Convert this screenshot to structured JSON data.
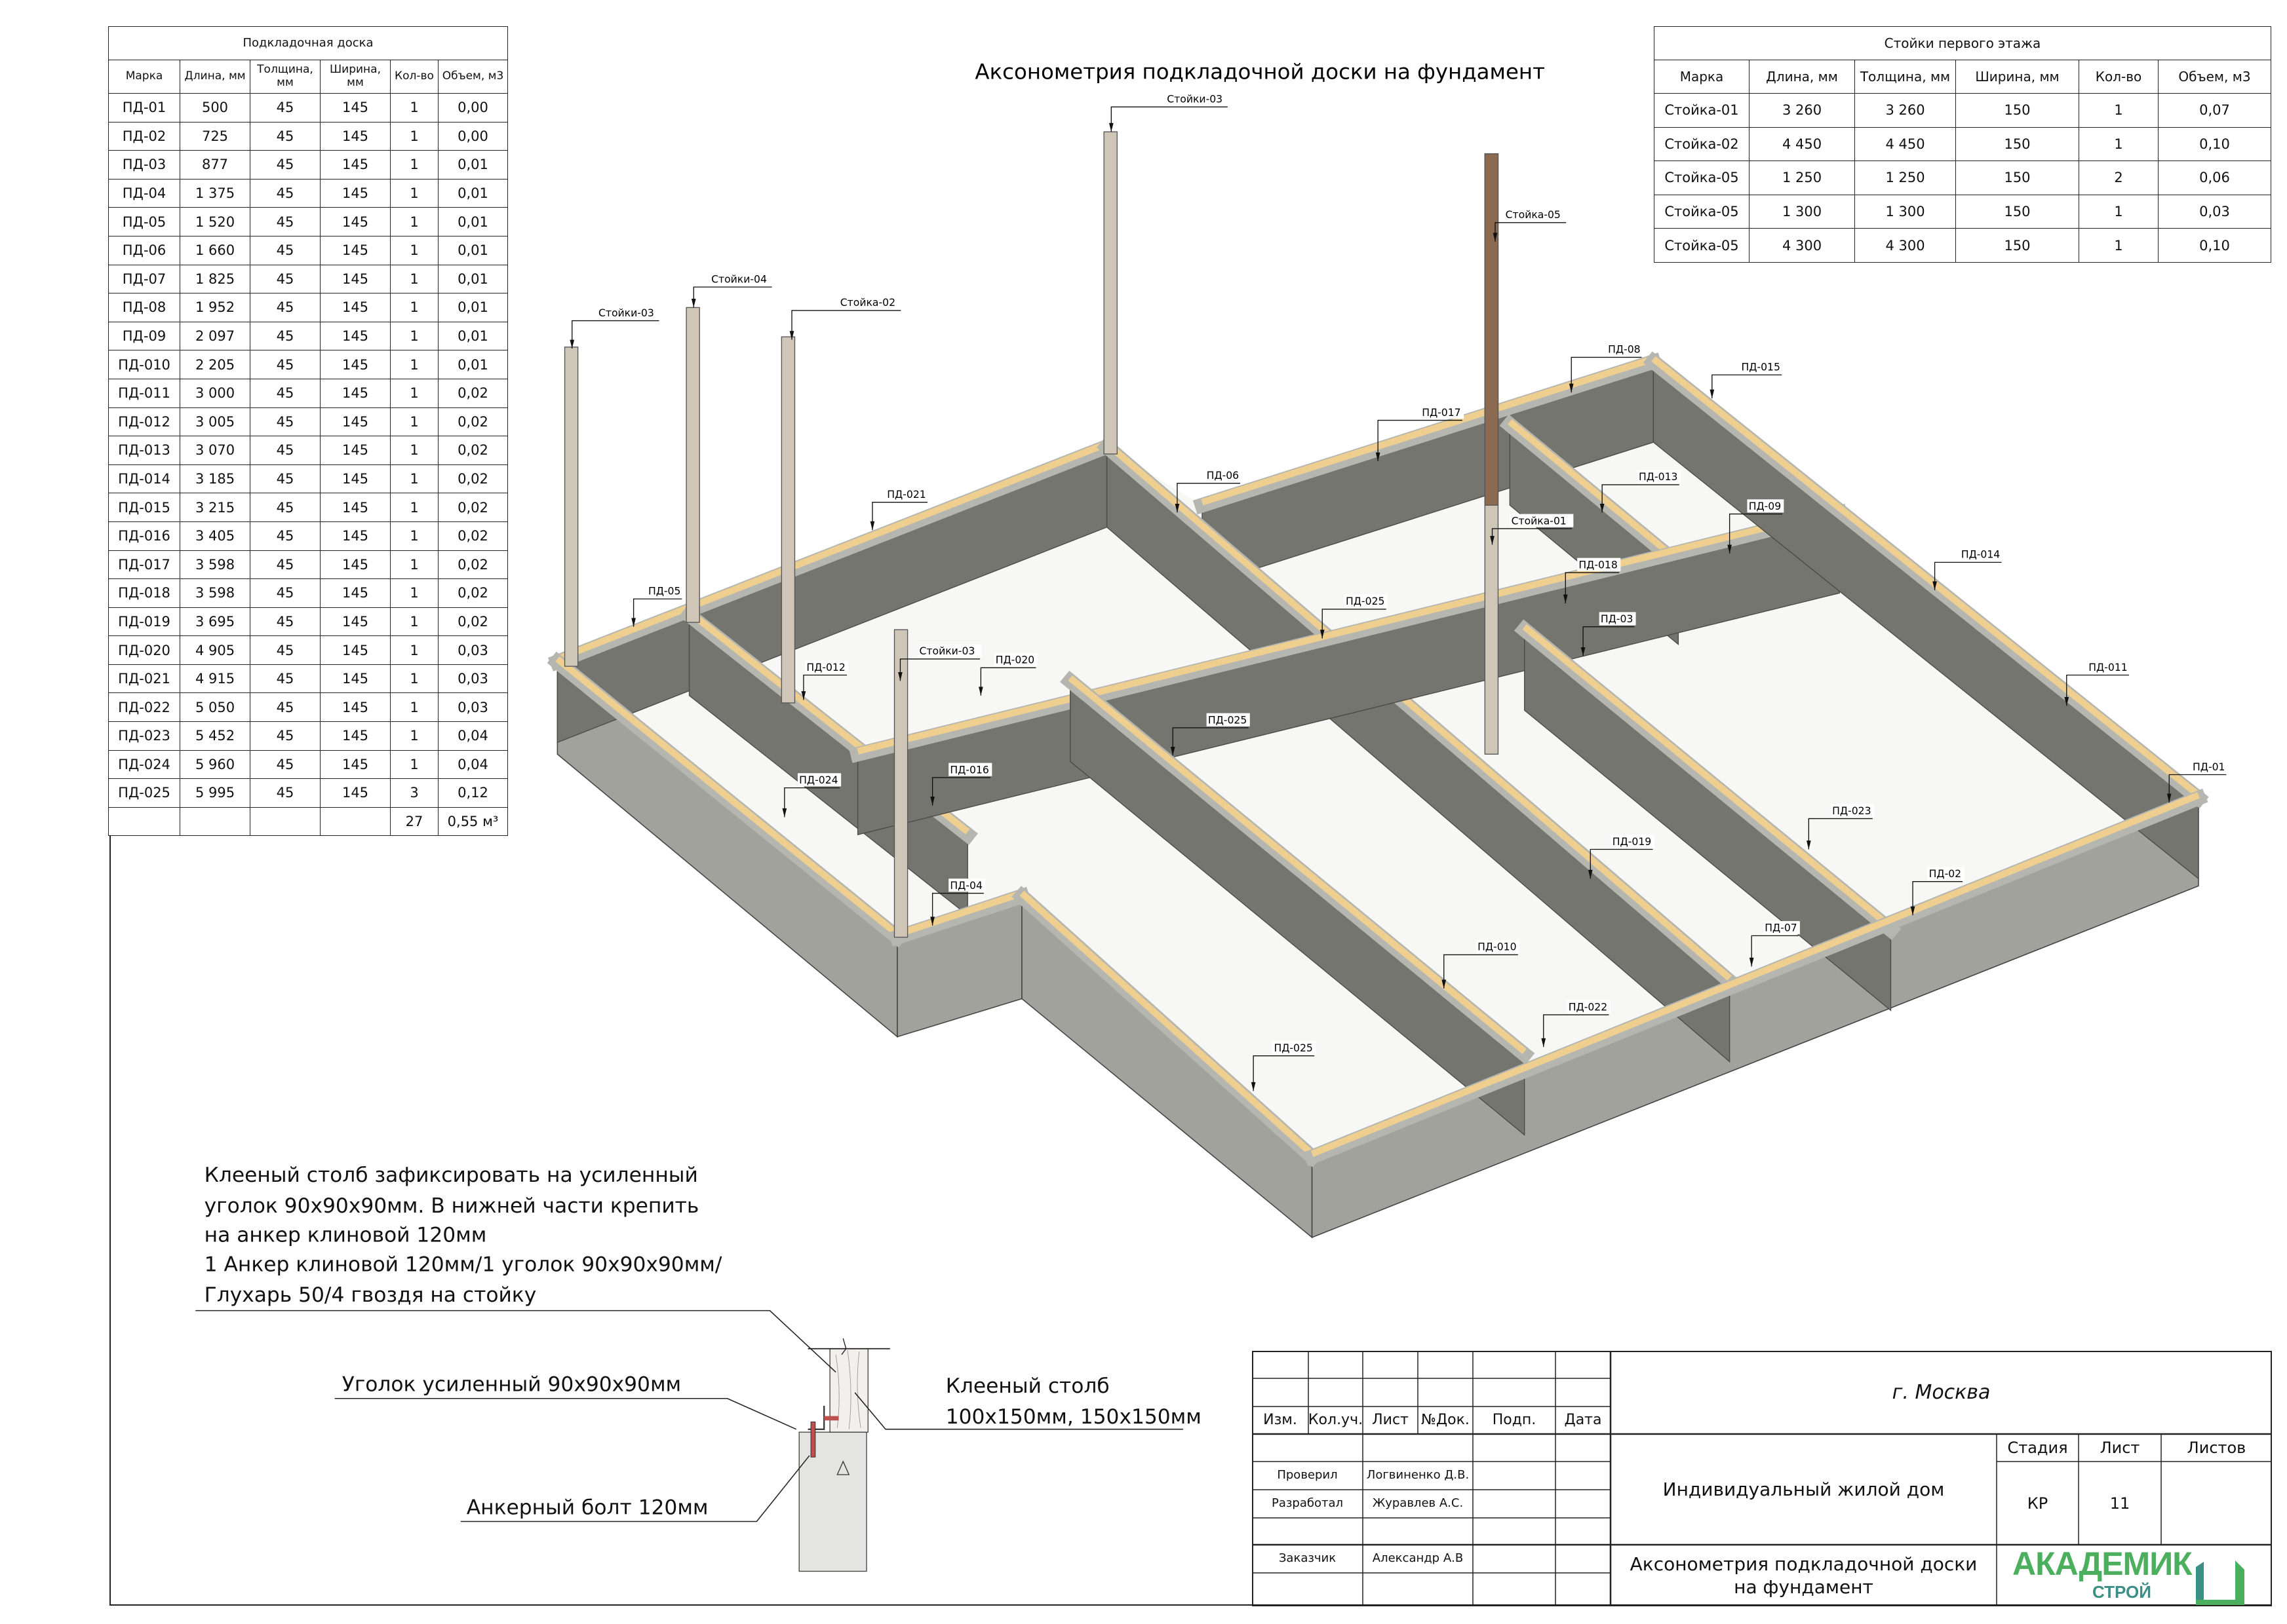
{
  "drawing_title": "Аксонометрия подкладочной доски на фундамент",
  "boards_table": {
    "title": "Подкладочная доска",
    "headers": [
      "Марка",
      "Длина, мм",
      "Толщина, мм",
      "Ширина, мм",
      "Кол-во",
      "Объем, м3"
    ],
    "rows": [
      [
        "ПД-01",
        "500",
        "45",
        "145",
        "1",
        "0,00"
      ],
      [
        "ПД-02",
        "725",
        "45",
        "145",
        "1",
        "0,00"
      ],
      [
        "ПД-03",
        "877",
        "45",
        "145",
        "1",
        "0,01"
      ],
      [
        "ПД-04",
        "1 375",
        "45",
        "145",
        "1",
        "0,01"
      ],
      [
        "ПД-05",
        "1 520",
        "45",
        "145",
        "1",
        "0,01"
      ],
      [
        "ПД-06",
        "1 660",
        "45",
        "145",
        "1",
        "0,01"
      ],
      [
        "ПД-07",
        "1 825",
        "45",
        "145",
        "1",
        "0,01"
      ],
      [
        "ПД-08",
        "1 952",
        "45",
        "145",
        "1",
        "0,01"
      ],
      [
        "ПД-09",
        "2 097",
        "45",
        "145",
        "1",
        "0,01"
      ],
      [
        "ПД-010",
        "2 205",
        "45",
        "145",
        "1",
        "0,01"
      ],
      [
        "ПД-011",
        "3 000",
        "45",
        "145",
        "1",
        "0,02"
      ],
      [
        "ПД-012",
        "3 005",
        "45",
        "145",
        "1",
        "0,02"
      ],
      [
        "ПД-013",
        "3 070",
        "45",
        "145",
        "1",
        "0,02"
      ],
      [
        "ПД-014",
        "3 185",
        "45",
        "145",
        "1",
        "0,02"
      ],
      [
        "ПД-015",
        "3 215",
        "45",
        "145",
        "1",
        "0,02"
      ],
      [
        "ПД-016",
        "3 405",
        "45",
        "145",
        "1",
        "0,02"
      ],
      [
        "ПД-017",
        "3 598",
        "45",
        "145",
        "1",
        "0,02"
      ],
      [
        "ПД-018",
        "3 598",
        "45",
        "145",
        "1",
        "0,02"
      ],
      [
        "ПД-019",
        "3 695",
        "45",
        "145",
        "1",
        "0,02"
      ],
      [
        "ПД-020",
        "4 905",
        "45",
        "145",
        "1",
        "0,03"
      ],
      [
        "ПД-021",
        "4 915",
        "45",
        "145",
        "1",
        "0,03"
      ],
      [
        "ПД-022",
        "5 050",
        "45",
        "145",
        "1",
        "0,03"
      ],
      [
        "ПД-023",
        "5 452",
        "45",
        "145",
        "1",
        "0,04"
      ],
      [
        "ПД-024",
        "5 960",
        "45",
        "145",
        "1",
        "0,04"
      ],
      [
        "ПД-025",
        "5 995",
        "45",
        "145",
        "3",
        "0,12"
      ]
    ],
    "total": {
      "count": "27",
      "volume": "0,55 м³"
    }
  },
  "posts_table": {
    "title": "Стойки первого этажа",
    "headers": [
      "Марка",
      "Длина, мм",
      "Толщина, мм",
      "Ширина, мм",
      "Кол-во",
      "Объем, м3"
    ],
    "rows": [
      [
        "Стойка-01",
        "3 260",
        "3 260",
        "150",
        "1",
        "0,07"
      ],
      [
        "Стойка-02",
        "4 450",
        "4 450",
        "150",
        "1",
        "0,10"
      ],
      [
        "Стойка-05",
        "1 250",
        "1 250",
        "150",
        "2",
        "0,06"
      ],
      [
        "Стойка-05",
        "1 300",
        "1 300",
        "150",
        "1",
        "0,03"
      ],
      [
        "Стойка-05",
        "4 300",
        "4 300",
        "150",
        "1",
        "0,10"
      ]
    ]
  },
  "labels": [
    "Стойки-03",
    "Стойка-05",
    "Стойки-04",
    "Стойка-02",
    "Стойки-03",
    "ПД-08",
    "ПД-015",
    "ПД-017",
    "ПД-021",
    "ПД-06",
    "ПД-013",
    "ПД-09",
    "Стойка-01",
    "ПД-014",
    "ПД-018",
    "ПД-05",
    "ПД-025",
    "ПД-03",
    "Стойки-03",
    "ПД-020",
    "ПД-012",
    "ПД-011",
    "ПД-025",
    "ПД-016",
    "ПД-01",
    "ПД-024",
    "ПД-023",
    "ПД-019",
    "ПД-02",
    "ПД-04",
    "ПД-07",
    "ПД-010",
    "ПД-022",
    "ПД-025"
  ],
  "notes": {
    "lines": [
      "Клееный столб зафиксировать на усиленный",
      "уголок 90x90x90мм. В нижней части крепить",
      "на анкер клиновой 120мм",
      "1 Анкер клиновой 120мм/1 уголок 90x90x90мм/",
      "Глухарь 50/4 гвоздя на стойку"
    ],
    "angle_label": "Уголок усиленный 90x90x90мм",
    "anchor_label": "Анкерный болт 120мм",
    "post_label_1": "Клееный столб",
    "post_label_2": "100x150мм, 150x150мм"
  },
  "title_block": {
    "headers": [
      "Изм.",
      "Кол.уч.",
      "Лист",
      "№Док.",
      "Подп.",
      "Дата"
    ],
    "city": "г. Москва",
    "checked_label": "Проверил",
    "checked_name": "Логвиненко Д.В.",
    "developed_label": "Разработал",
    "developed_name": "Журавлев А.С.",
    "customer_label": "Заказчик",
    "customer_name": "Александр А.В",
    "project": "Индивидуальный жилой дом",
    "stage_label": "Стадия",
    "sheet_label": "Лист",
    "sheets_label": "Листов",
    "stage": "КР",
    "sheet": "11",
    "sheets": "",
    "sheet_title": "Аксонометрия подкладочной доски на фундамент",
    "logo_main": "АКАДЕМИК",
    "logo_sub": "СТРОЙ"
  },
  "colors": {
    "board": "#efcf8f",
    "wall_face": "#75756f",
    "wall_top": "#b6b6b1",
    "outer_face": "#a2a29d",
    "post": "#cfc6b8",
    "post_dark": "#8c6a50",
    "logo_green": "#4caf5e",
    "logo_teal": "#3a8f86"
  }
}
